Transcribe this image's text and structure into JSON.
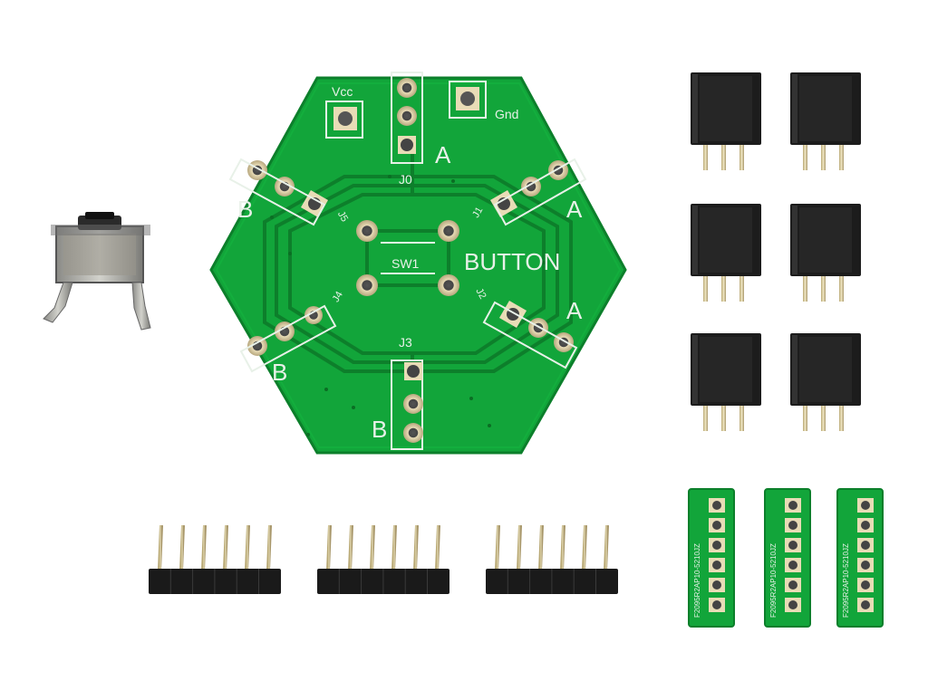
{
  "scene": {
    "description_colors": {
      "background": "#ffffff",
      "pcb_green": "#12a53a",
      "pcb_trace": "#0d7f2b",
      "silkscreen": "#e8f1e8",
      "header_black": "#1a1a1a",
      "pin_metal": "#c9b98a",
      "pad_gold": "#d8c8a0"
    }
  },
  "pcb": {
    "labels": {
      "vcc": "Vcc",
      "gnd": "Gnd",
      "j0": "J0",
      "j3": "J3",
      "sw1": "SW1",
      "button": "BUTTON",
      "a_top": "A",
      "a_right_top": "A",
      "a_right_bottom": "A",
      "b_left_top": "B",
      "b_left_bottom": "B",
      "b_bottom": "B",
      "j5": "J5",
      "j1": "J1",
      "j4": "J4",
      "j2": "J2"
    }
  },
  "breakouts": {
    "label": "F2095R2AP10-5210JZ"
  },
  "components": {
    "tactile_switch": {
      "icon": "tactile-switch-icon"
    },
    "female_headers": {
      "count": 6
    },
    "male_headers": {
      "count": 3,
      "pins_each": 6
    },
    "breakout_boards": {
      "count": 3,
      "pads_each": 6
    }
  }
}
